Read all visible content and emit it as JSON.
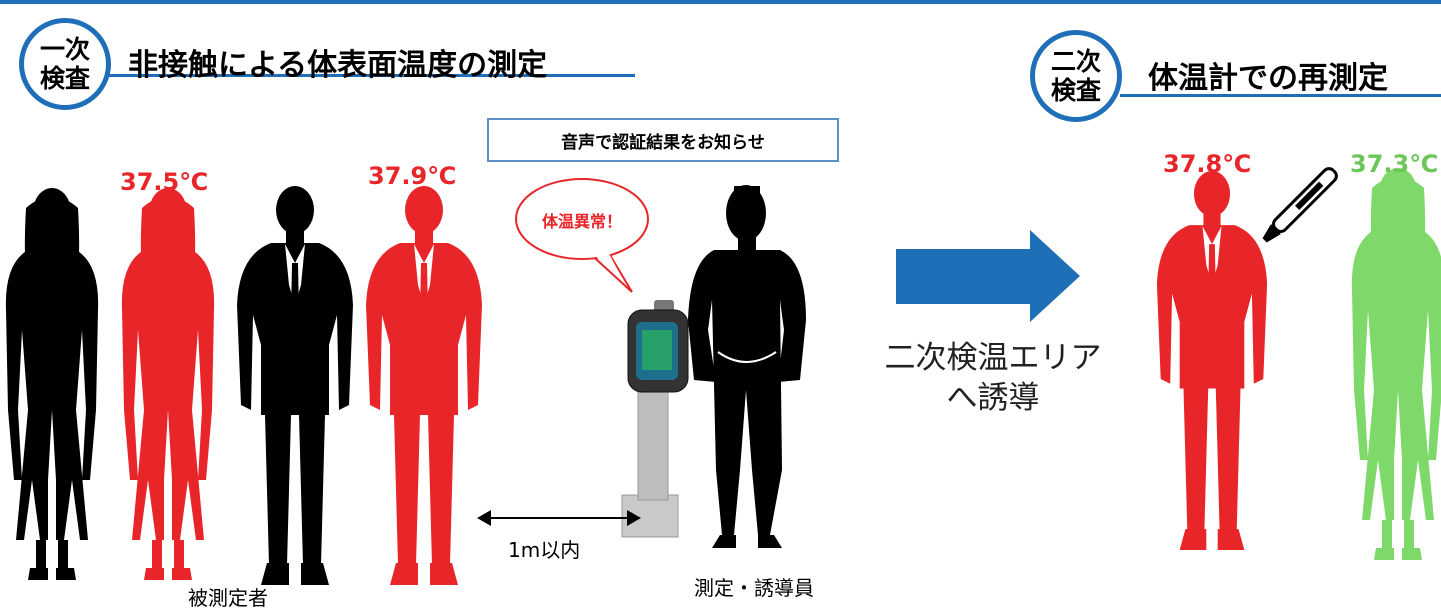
{
  "colors": {
    "accent": "#1f6fb8",
    "alert": "#e8262a",
    "normal": "#7ed86a",
    "person": "#000000"
  },
  "primary": {
    "badge_line1": "一次",
    "badge_line2": "検査",
    "title": "非接触による体表面温度の測定"
  },
  "secondary": {
    "badge_line1": "二次",
    "badge_line2": "検査",
    "title": "体温計での再測定"
  },
  "notice": "音声で認証結果をお知らせ",
  "speech_bubble": "体温異常！",
  "temps": {
    "person2": "37.5℃",
    "person4": "37.9℃",
    "red_man": "37.8℃",
    "green_woman": "37.3℃"
  },
  "distance_label": "1m以内",
  "subjects_label": "被測定者",
  "staff_label": "測定・誘導員",
  "guide": {
    "line1": "二次検温エリア",
    "line2": "へ誘導"
  },
  "icons": [
    "person-silhouette",
    "thermometer-kiosk",
    "right-arrow",
    "clinical-thermometer-icon"
  ]
}
